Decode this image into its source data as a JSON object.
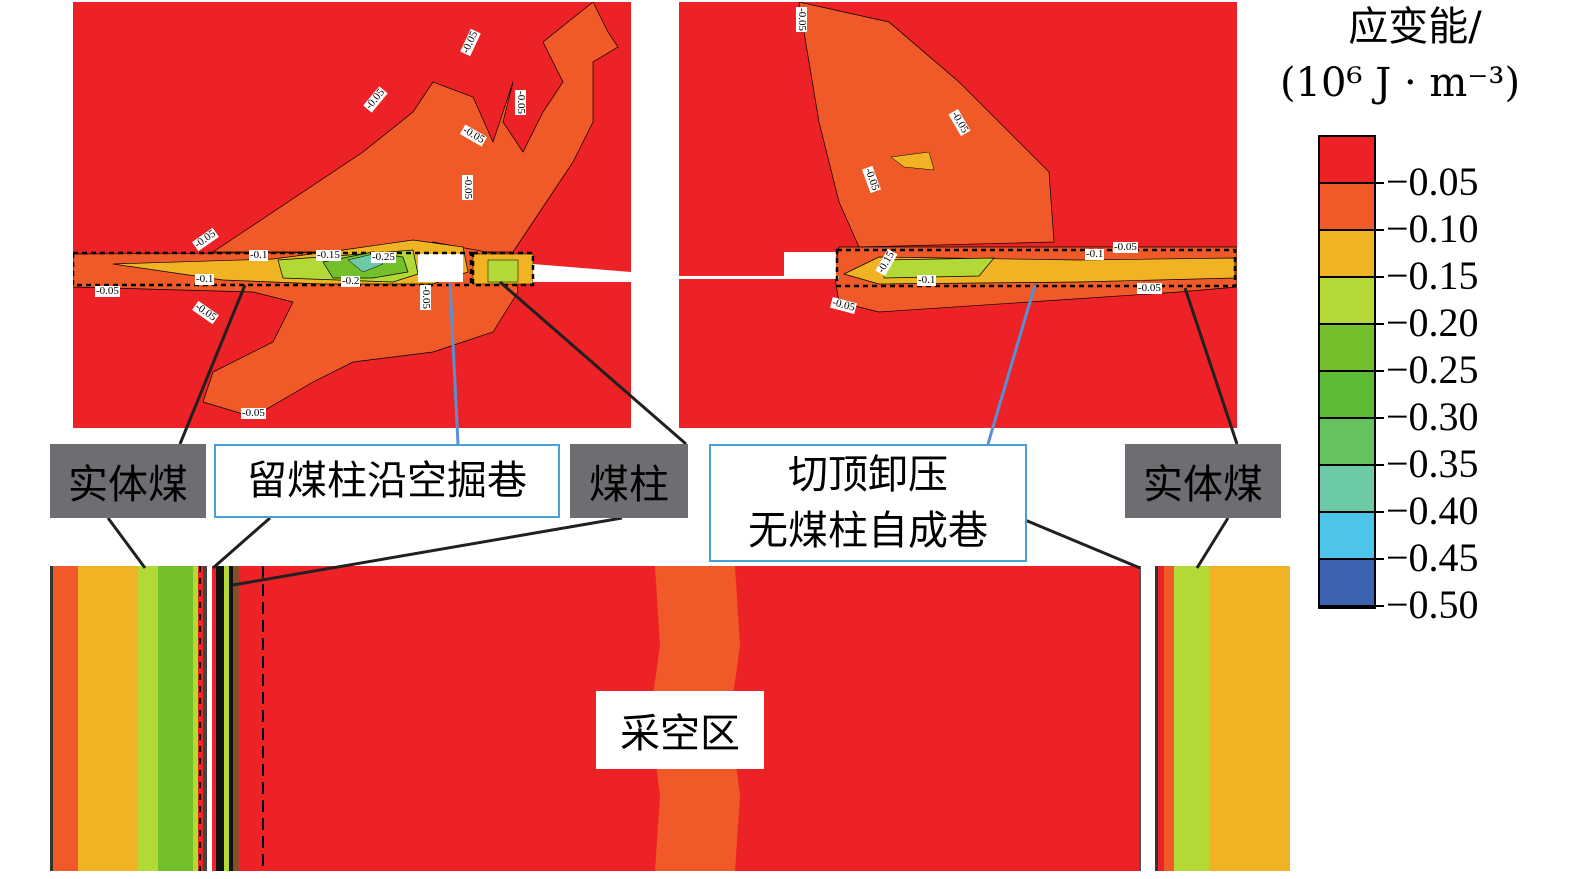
{
  "colorbar": {
    "title_line1": "应变能/",
    "title_line2": "(10⁶ J · m⁻³)",
    "levels": [
      "−0.05",
      "−0.10",
      "−0.15",
      "−0.20",
      "−0.25",
      "−0.30",
      "−0.35",
      "−0.40",
      "−0.45",
      "−0.50"
    ],
    "colors": [
      "#ec2227",
      "#f05a28",
      "#f0b323",
      "#b2d935",
      "#73c02c",
      "#5cbb35",
      "#66c25c",
      "#6ccaa6",
      "#4fc4ea",
      "#3b63b0",
      "#2a4596"
    ]
  },
  "left_panel": {
    "contour_labels": [
      "-0.05",
      "-0.05",
      "-0.05",
      "-0.05",
      "-0.05",
      "-0.05",
      "-0.1",
      "-0.15",
      "-0.25",
      "-0.1",
      "-0.2",
      "-0.05",
      "-0.05",
      "-0.05",
      "-0.05"
    ]
  },
  "right_panel": {
    "contour_labels": [
      "-0.05",
      "-0.05",
      "-0.05",
      "-0.15",
      "-0.1",
      "-0.05",
      "-0.1",
      "-0.05",
      "-0.05"
    ]
  },
  "callouts": {
    "solid_coal_left": "实体煤",
    "gob_side_roadway": "留煤柱沿空掘巷",
    "coal_pillar": "煤柱",
    "roof_cut_line1": "切顶卸压",
    "roof_cut_line2": "无煤柱自成巷",
    "solid_coal_right": "实体煤",
    "goaf": "采空区"
  }
}
